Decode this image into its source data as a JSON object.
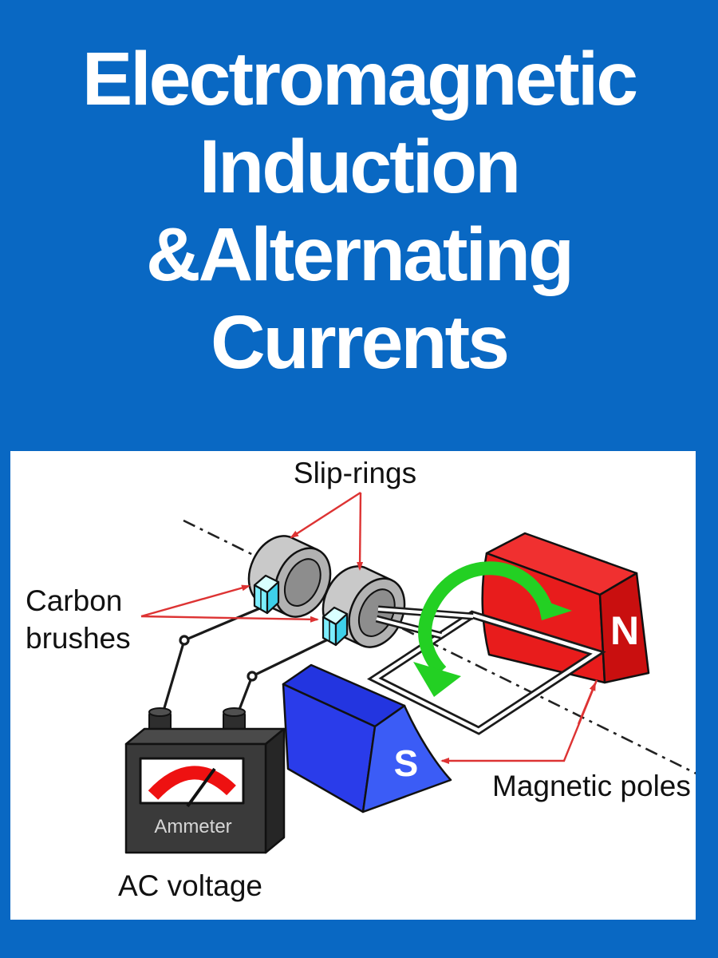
{
  "title": {
    "lines": [
      "Electromagnetic",
      "Induction",
      "&Alternating",
      "Currents"
    ]
  },
  "diagram": {
    "labels": {
      "slip_rings": "Slip-rings",
      "carbon_brushes": [
        "Carbon",
        "brushes"
      ],
      "magnetic_poles": "Magnetic poles",
      "ammeter": "Ammeter",
      "ac_voltage": "AC voltage",
      "north_pole": "N",
      "south_pole": "S"
    }
  },
  "colors": {
    "background": "#0968c3",
    "panel": "#ffffff",
    "title_text": "#ffffff",
    "label_text": "#111111",
    "wire": "#1a1a1a",
    "wire_core": "#ffffff",
    "axis_line": "#222222",
    "leader": "#dd3333",
    "rotation_arrow": "#23d023",
    "north_magnet_front": "#e81c1c",
    "north_magnet_side": "#c90f0f",
    "north_magnet_top": "#f03030",
    "south_magnet_front": "#2a3cea",
    "south_magnet_top": "#2335e0",
    "south_magnet_side": "#3b5cf6",
    "slip_ring_body": "#c9c9c9",
    "slip_ring_face": "#b2b2b2",
    "slip_ring_hole": "#8d8d8d",
    "brush_top": "#d9ffff",
    "brush_front": "#7deeff",
    "brush_side": "#3ed0ea",
    "meter_front": "#3a3a3a",
    "meter_top": "#4a4a4a",
    "meter_side": "#262626",
    "meter_window": "#ffffff",
    "meter_text": "#d6d6d6",
    "gauge_arc": "#ee1111",
    "terminal": "#2e2e2e",
    "terminal_top": "#505050"
  }
}
